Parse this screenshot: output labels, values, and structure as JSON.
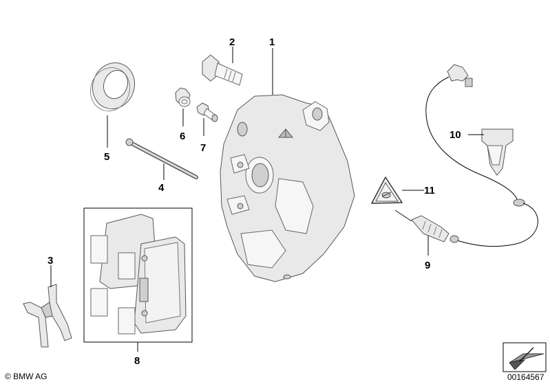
{
  "callouts": {
    "c1": "1",
    "c2": "2",
    "c3": "3",
    "c4": "4",
    "c5": "5",
    "c6": "6",
    "c7": "7",
    "c8": "8",
    "c9": "9",
    "c10": "10",
    "c11": "11"
  },
  "footer": {
    "copyright": "© BMW AG",
    "diagram_number": "00164567"
  }
}
